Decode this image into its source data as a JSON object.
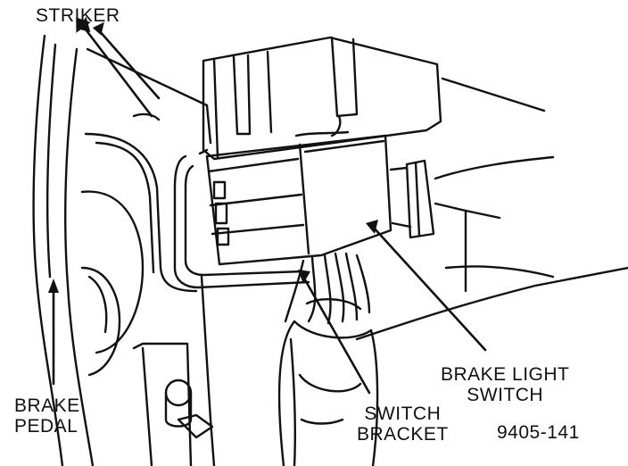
{
  "figure_id": "9405-141",
  "labels": {
    "striker": "STRIKER",
    "brake_light_switch": "BRAKE LIGHT\nSWITCH",
    "switch_bracket": "SWITCH\nBRACKET",
    "brake_pedal": "BRAKE\nPEDAL"
  },
  "colors": {
    "ink": "#111111",
    "paper": "#ffffff"
  }
}
